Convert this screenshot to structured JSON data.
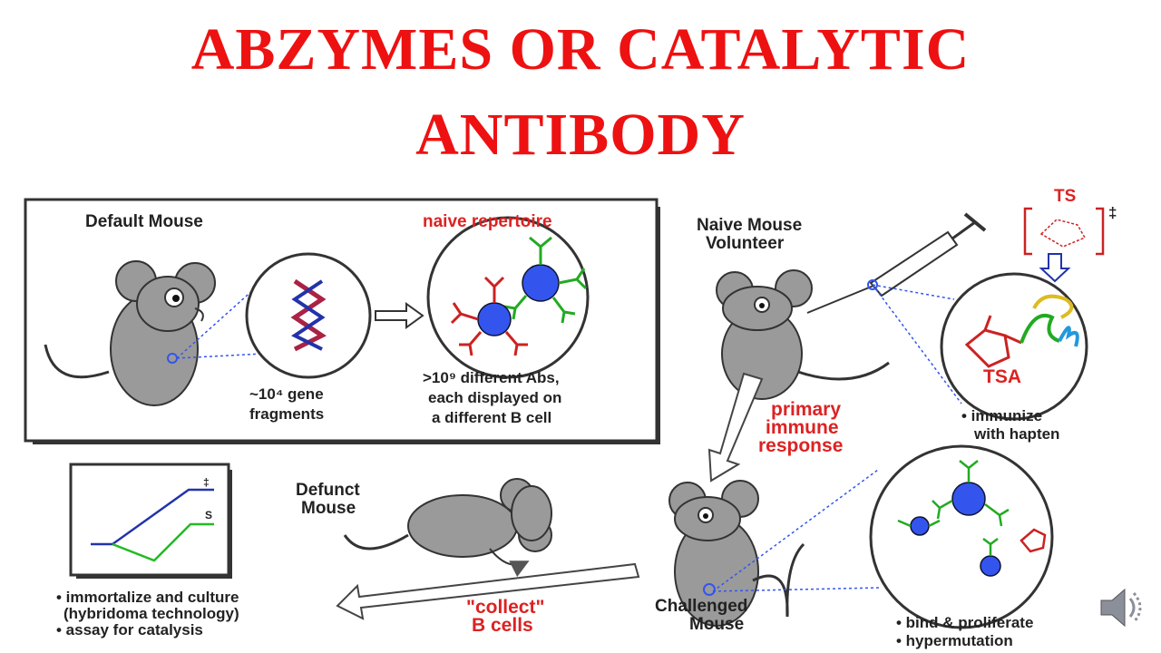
{
  "title": {
    "line1": "ABZYMES OR CATALYTIC",
    "line2": "ANTIBODY"
  },
  "colors": {
    "title": "#ee1111",
    "label_red": "#dd2222",
    "label_black": "#222222",
    "mouse_gray": "#9a9a9a",
    "b_cell_blue": "#3355ee",
    "antibody_green": "#22aa22",
    "antibody_red": "#cc2222",
    "graph_blue": "#2233aa",
    "graph_green": "#22bb22"
  },
  "diagram": {
    "default_mouse": "Default Mouse",
    "naive_repertoire": "naive repertoire",
    "gene_fragments": [
      "~10⁴ gene",
      "fragments"
    ],
    "different_abs": [
      ">10⁹ different Abs,",
      "each displayed on",
      "a different B cell"
    ],
    "naive_mouse": [
      "Naive Mouse",
      "Volunteer"
    ],
    "ts_label": "TS",
    "ts_superscript": "‡",
    "tsa_label": "TSA",
    "immunize": [
      "• immunize",
      "with hapten"
    ],
    "primary_immune": [
      "primary",
      "immune",
      "response"
    ],
    "defunct_mouse": [
      "Defunct",
      "Mouse"
    ],
    "challenged_mouse": [
      "Challenged",
      "Mouse"
    ],
    "collect": [
      "\"collect\"",
      "B cells"
    ],
    "bind_proliferate": [
      "• bind & proliferate",
      "• hypermutation"
    ],
    "culture": [
      "• immortalize and culture",
      "(hybridoma technology)",
      "• assay for catalysis"
    ],
    "graph_upper_label": "‡",
    "graph_lower_label": "S"
  },
  "icons": {
    "speaker": "speaker-icon"
  }
}
